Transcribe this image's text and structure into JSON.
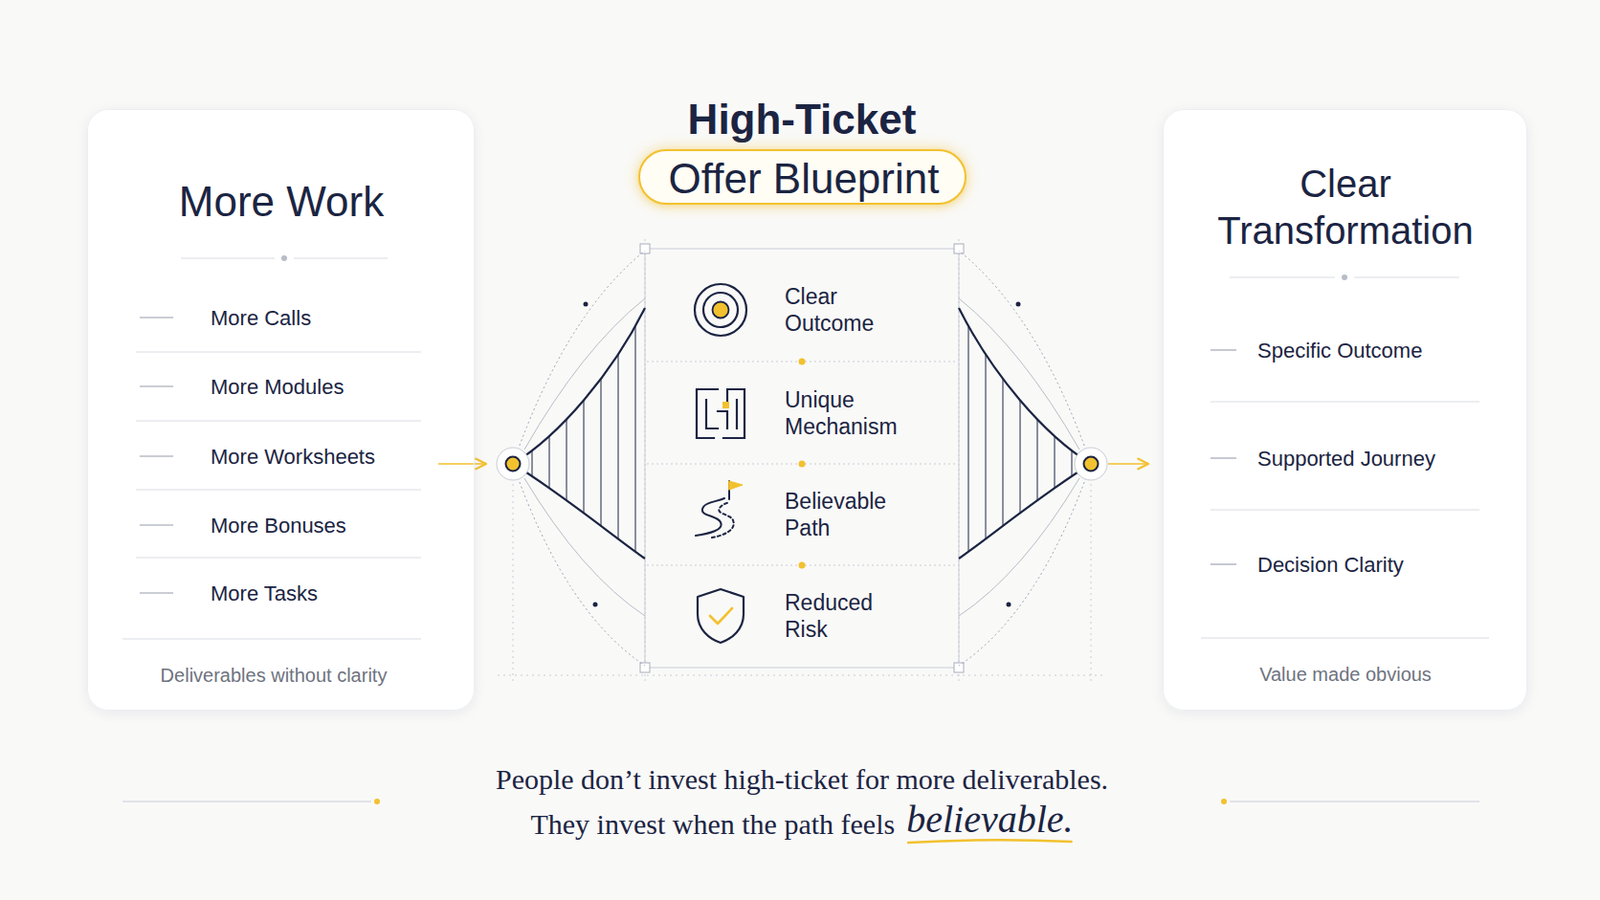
{
  "diagram": {
    "title": "High-Ticket",
    "nodes": [
      {
        "text": [
          "More Work",
          "More Calls",
          "More Modules",
          "More Worksheets",
          "More Bonuses",
          "More Tasks",
          "Deliverables without clarity"
        ]
      },
      {
        "text": [
          "Offer Blueprint"
        ]
      },
      {
        "text": [
          "Clear Outcome"
        ]
      },
      {
        "text": [
          "Unique Mechanism"
        ]
      },
      {
        "text": [
          "Believable Path"
        ]
      },
      {
        "text": [
          "Reduced Risk"
        ]
      },
      {
        "text": [
          "Clear Transformation",
          "Specific Outcome",
          "Supported Journey",
          "Decision Clarity",
          "Value made obvious"
        ]
      }
    ],
    "labels": [
      "People don’t invest high-ticket for more deliverables.",
      "They invest when the path feels",
      "believable."
    ]
  }
}
